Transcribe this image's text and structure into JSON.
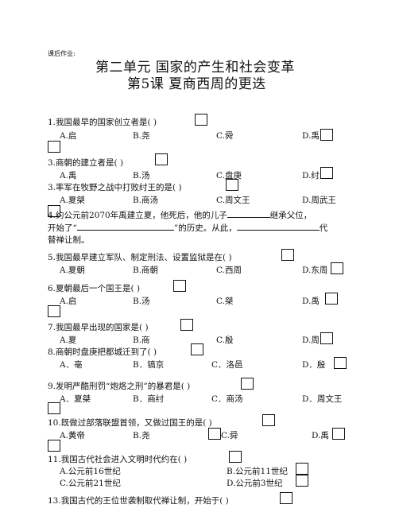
{
  "header": {
    "homework_label": "课后作业:",
    "unit_title": "第二单元    国家的产生和社会变革",
    "lesson_title": "第5课    夏商西周的更迭"
  },
  "questions": [
    {
      "text": "1.我国最早的国家创立者是(      )",
      "options": [
        "A.启",
        "B.尧",
        "C.舜",
        "D.禹"
      ]
    },
    {
      "text": "3.商朝的建立者是(    )",
      "options": [
        "A.禹",
        "B.汤",
        "C.盘庚",
        "D.纣"
      ]
    },
    {
      "text": "3.率军在牧野之战中打败纣王的是(     )",
      "options": [
        "A.夏桀",
        "B.商汤",
        "C.周文王",
        "D.周武王"
      ]
    },
    {
      "text_part1": "4.约公元前2070年禹建立夏，他死后，他的儿子",
      "text_part2": "继承父位，",
      "text_part3": "开始了“",
      "text_part4": "”的历史。从此，",
      "text_part5": "代",
      "text_part6": "替禅让制。"
    },
    {
      "text": "5.我国最早建立军队、制定刑法、设置监狱是在(      )",
      "options": [
        "A.夏朝",
        "B.商朝",
        "C.西周",
        "D.东周"
      ]
    },
    {
      "text": "6.夏朝最后一个国王是(      )",
      "options": [
        "A.启",
        "B.汤",
        "C.桀",
        "D.禹"
      ]
    },
    {
      "text": "7.我国最早出现的国家是(      )",
      "options": [
        "A.夏",
        "B.商",
        "C.殷",
        "D.周"
      ]
    },
    {
      "text": "8.商朝时盘庚把都城迁到了(      )",
      "options": [
        "A．亳",
        "B．镐京",
        "C．洛邑",
        "D．殷"
      ]
    },
    {
      "text": "9.发明严酷刑罚“炮烙之刑”的暴君是(      )",
      "options": [
        "A．夏桀",
        "B．商纣",
        "C．商汤",
        "D．周文王"
      ]
    },
    {
      "text": "10.既做过部落联盟首领，又做过国王的是(      )",
      "options": [
        "A.黄帝",
        "B.尧",
        "C.舜",
        "D.禹"
      ]
    },
    {
      "text": "11.我国古代社会进入文明时代约在(      )",
      "options": [
        "A.公元前16世纪",
        "B.公元前11世纪",
        "C.公元前21世纪",
        "D.公元前3世纪"
      ]
    },
    {
      "text": "13.我国古代的王位世袭制取代禅让制，开始于(      )"
    }
  ]
}
